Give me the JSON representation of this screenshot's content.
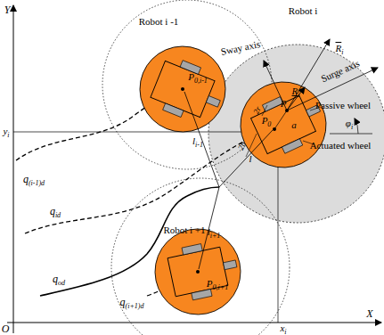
{
  "diagram": {
    "nodes": [
      {
        "text": [
          "Robot i -1"
        ]
      },
      {
        "text": [
          "Robot i"
        ]
      },
      {
        "text": [
          "Robot i +1"
        ]
      }
    ],
    "labels": [
      "Y",
      "X",
      "O",
      "yi",
      "xi",
      "P0,i-1",
      "Sway axis",
      "Surge axis",
      "Passive wheel",
      "Actuated wheel",
      "Ri",
      "Ri",
      "2r",
      "P",
      "P0",
      "a",
      "2b",
      "φi",
      "l",
      "li-1",
      "li+1",
      "qod",
      "qid",
      "q(i-1)d",
      "q(i+1)d",
      "P0,i+1"
    ]
  }
}
